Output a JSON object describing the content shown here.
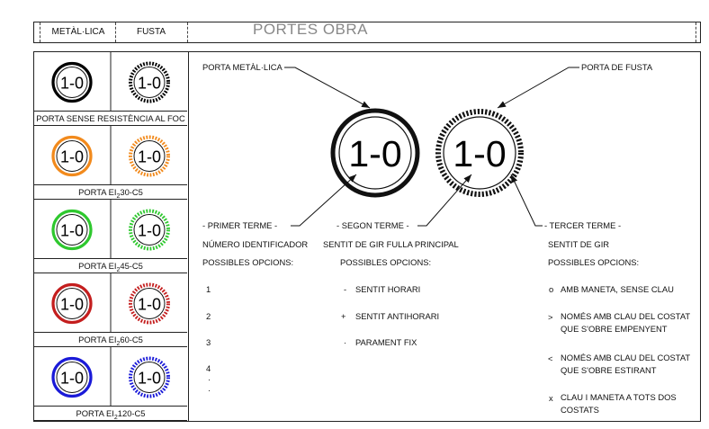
{
  "header": {
    "col1": "METÀL·LICA",
    "col2": "FUSTA",
    "title": "PORTES OBRA"
  },
  "legend": {
    "symbol_text": "1-0",
    "groups": [
      {
        "label_pre": "PORTA SENSE RESISTÈNCIA AL FOC",
        "label_sub": "",
        "label_post": "",
        "color": "#000000"
      },
      {
        "label_pre": "PORTA EI",
        "label_sub": "2",
        "label_post": "30-C5",
        "color": "#f28a1c"
      },
      {
        "label_pre": "PORTA EI",
        "label_sub": "2",
        "label_post": "45-C5",
        "color": "#2ec82e"
      },
      {
        "label_pre": "PORTA EI",
        "label_sub": "2",
        "label_post": "60-C5",
        "color": "#c41e1e"
      },
      {
        "label_pre": "PORTA EI",
        "label_sub": "2",
        "label_post": "120-C5",
        "color": "#1a1ad8"
      }
    ]
  },
  "diagram": {
    "symbol_text": "1-0",
    "label_metal": "PORTA METÀL·LICA",
    "label_wood": "PORTA DE FUSTA",
    "term1": {
      "title": "- PRIMER TERME -",
      "subtitle": "NÚMERO IDENTIFICADOR",
      "options_title": "POSSIBLES OPCIONS:",
      "options": [
        "1",
        "2",
        "3",
        "4",
        "·",
        "·"
      ]
    },
    "term2": {
      "title": "- SEGON TERME -",
      "subtitle": "SENTIT DE GIR FULLA PRINCIPAL",
      "options_title": "POSSIBLES OPCIONS:",
      "options": [
        {
          "sym": "-",
          "text": "SENTIT HORARI"
        },
        {
          "sym": "+",
          "text": "SENTIT ANTIHORARI"
        },
        {
          "sym": "·",
          "text": "PARAMENT FIX"
        }
      ]
    },
    "term3": {
      "title": "- TERCER TERME -",
      "subtitle": "SENTIT DE GIR",
      "options_title": "POSSIBLES OPCIONS:",
      "options": [
        {
          "sym": "o",
          "line1": "AMB MANETA, SENSE CLAU",
          "line2": ""
        },
        {
          "sym": ">",
          "line1": "NOMÉS AMB CLAU DEL COSTAT",
          "line2": "QUE S'OBRE EMPENYENT"
        },
        {
          "sym": "<",
          "line1": "NOMÉS AMB CLAU DEL COSTAT",
          "line2": "QUE S'OBRE ESTIRANT"
        },
        {
          "sym": "x",
          "line1": "CLAU I MANETA A TOTS DOS",
          "line2": "COSTATS"
        }
      ]
    }
  }
}
